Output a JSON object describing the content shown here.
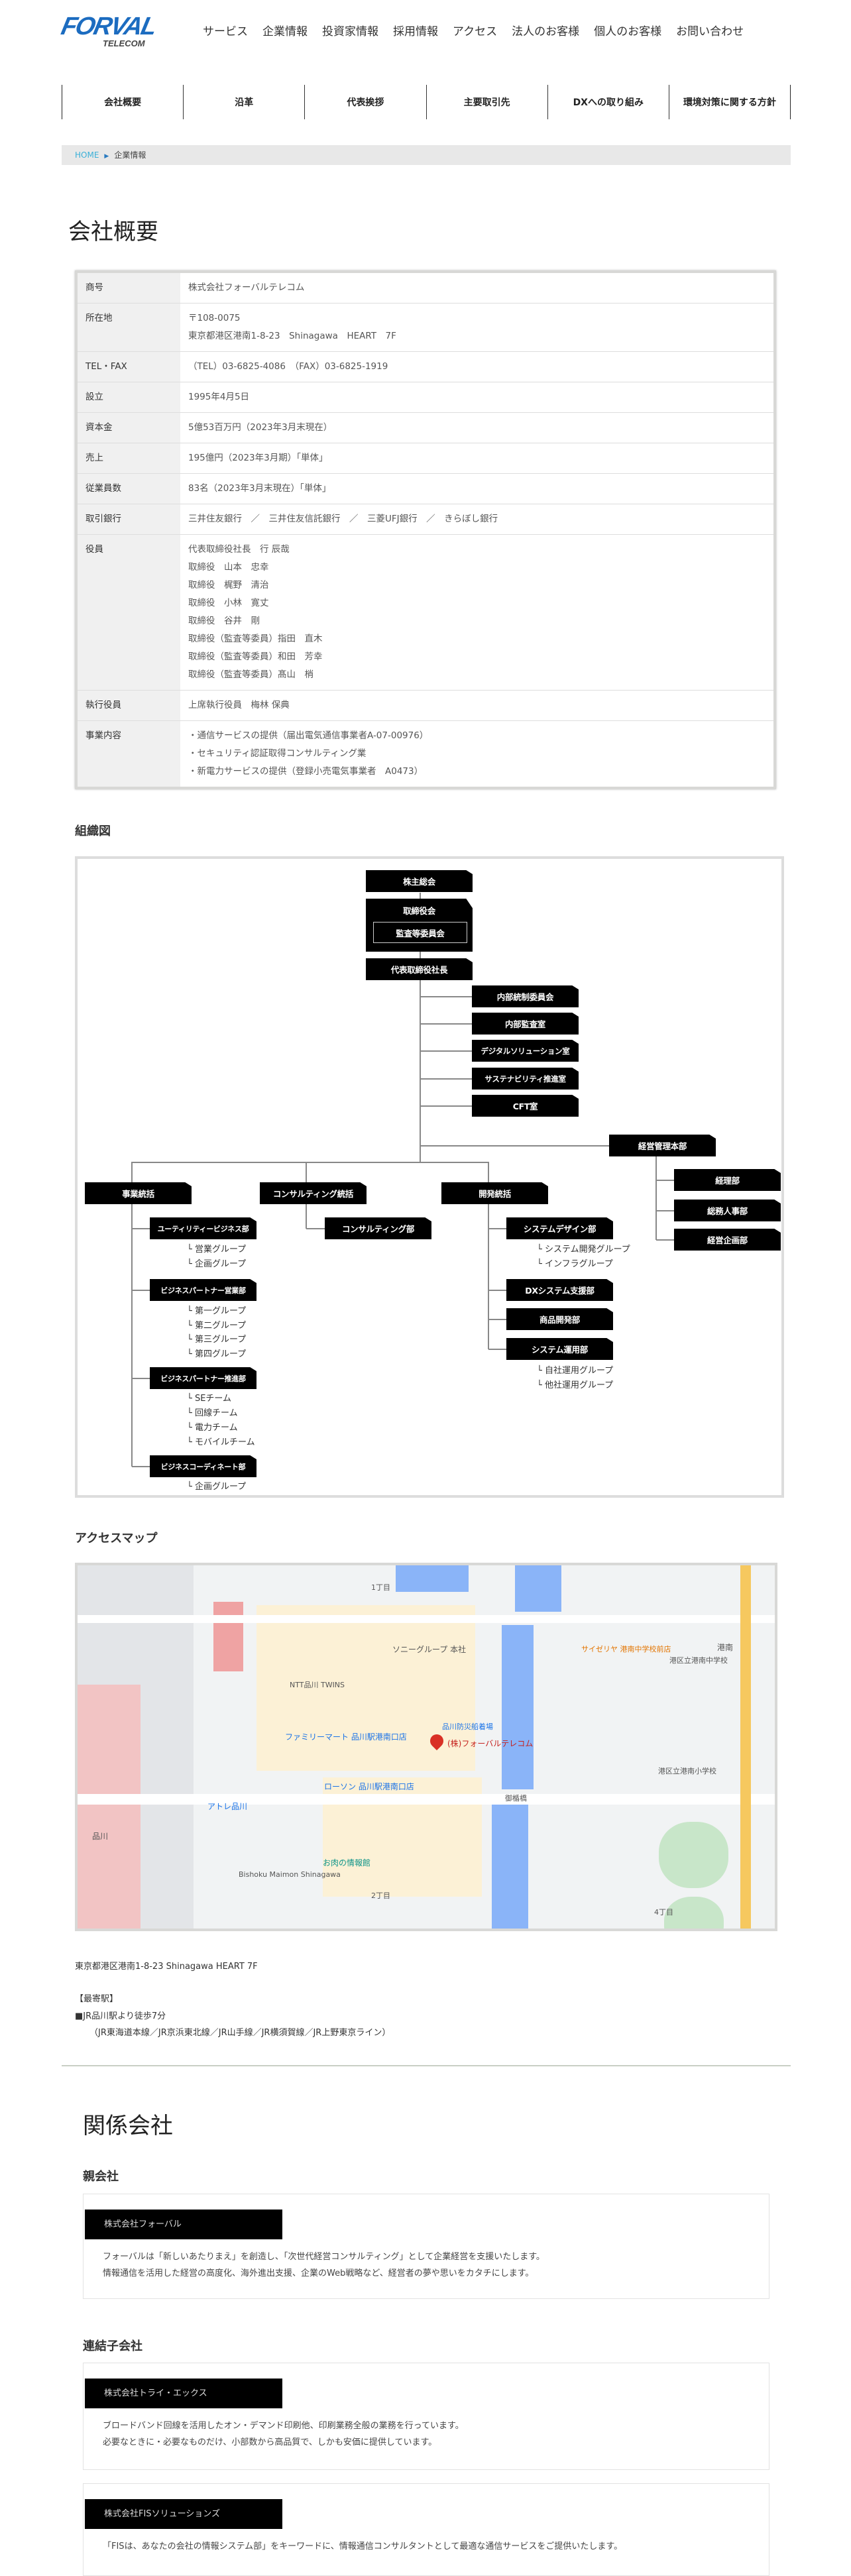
{
  "header": {
    "logo_text": "FORVAL",
    "logo_sub": "TELECOM",
    "nav": [
      "サービス",
      "企業情報",
      "投資家情報",
      "採用情報",
      "アクセス",
      "法人のお客様",
      "個人のお客様",
      "お問い合わせ"
    ]
  },
  "subnav": [
    "会社概要",
    "沿革",
    "代表挨拶",
    "主要取引先",
    "DXへの取り組み",
    "環境対策に関する方針"
  ],
  "breadcrumb": {
    "home": "HOME",
    "current": "企業情報"
  },
  "overview": {
    "title": "会社概要",
    "rows": [
      {
        "k": "商号",
        "v": [
          "株式会社フォーバルテレコム"
        ]
      },
      {
        "k": "所在地",
        "v": [
          "〒108-0075",
          "東京都港区港南1-8-23　Shinagawa　HEART　7F"
        ]
      },
      {
        "k": "TEL・FAX",
        "v": [
          "（TEL）03-6825-4086　（FAX）03-6825-1919"
        ]
      },
      {
        "k": "設立",
        "v": [
          "1995年4月5日"
        ]
      },
      {
        "k": "資本金",
        "v": [
          "5億53百万円（2023年3月末現在）"
        ]
      },
      {
        "k": "売上",
        "v": [
          "195億円（2023年3月期）「単体」"
        ]
      },
      {
        "k": "従業員数",
        "v": [
          "83名（2023年3月末現在）「単体」"
        ]
      },
      {
        "k": "取引銀行",
        "v": [
          "三井住友銀行　／　三井住友信託銀行　／　三菱UFJ銀行　／　きらぼし銀行"
        ]
      },
      {
        "k": "役員",
        "v": [
          "代表取締役社長　行 辰哉",
          "取締役　山本　忠幸",
          "取締役　梶野　清治",
          "取締役　小林　寛丈",
          "取締役　谷井　剛",
          "取締役（監査等委員）指田　直木",
          "取締役（監査等委員）和田　芳幸",
          "取締役（監査等委員）髙山　梢"
        ]
      },
      {
        "k": "執行役員",
        "v": [
          "上席執行役員　梅林 保典"
        ]
      },
      {
        "k": "事業内容",
        "v": [
          "・通信サービスの提供（届出電気通信事業者A-07-00976）",
          "・セキュリティ認証取得コンサルティング業",
          "・新電力サービスの提供（登録小売電気事業者　A0473）"
        ]
      }
    ]
  },
  "org": {
    "title": "組織図",
    "top": [
      "株主総会",
      "取締役会",
      "監査等委員会",
      "代表取締役社長"
    ],
    "staff": [
      "内部統制委員会",
      "内部監査室",
      "デジタルソリューション室",
      "サステナビリティ推進室",
      "CFT室"
    ],
    "admin": {
      "name": "経営管理本部",
      "depts": [
        "経理部",
        "総務人事部",
        "経営企画部"
      ]
    },
    "business": {
      "name": "事業統括",
      "depts": [
        {
          "name": "ユーティリティービジネス部",
          "groups": [
            "└ 営業グループ",
            "└ 企画グループ"
          ]
        },
        {
          "name": "ビジネスパートナー営業部",
          "groups": [
            "└ 第一グループ",
            "└ 第二グループ",
            "└ 第三グループ",
            "└ 第四グループ"
          ]
        },
        {
          "name": "ビジネスパートナー推進部",
          "groups": [
            "└ SEチーム",
            "└ 回線チーム",
            "└ 電力チーム",
            "└ モバイルチーム"
          ]
        },
        {
          "name": "ビジネスコーディネート部",
          "groups": [
            "└ 企画グループ"
          ]
        }
      ]
    },
    "consulting": {
      "name": "コンサルティング統括",
      "depts": [
        "コンサルティング部"
      ]
    },
    "dev": {
      "name": "開発統括",
      "depts": [
        {
          "name": "システムデザイン部",
          "groups": [
            "└ システム開発グループ",
            "└ インフラグループ"
          ]
        },
        {
          "name": "DXシステム支援部"
        },
        {
          "name": "商品開発部"
        },
        {
          "name": "システム運用部",
          "groups": [
            "└ 自社運用グループ",
            "└ 他社運用グループ"
          ]
        }
      ]
    }
  },
  "access": {
    "title": "アクセスマップ",
    "map_labels": {
      "pin": "(株)フォーバルテレコム",
      "sony": "ソニーグループ 本社",
      "twins": "NTT品川 TWINS",
      "bousai": "品川防災船着場",
      "lawson": "ローソン 品川駅港南口店",
      "atre": "アトレ品川",
      "station": "品川",
      "family": "ファミリーマート 品川駅港南口店",
      "school": "港区立港南中学校",
      "school2": "港区立港南小学校",
      "meat": "お肉の情報館",
      "bishoku": "Bishoku Maimon Shinagawa",
      "chome1": "1丁目",
      "chome2": "2丁目",
      "chome4": "4丁目",
      "bridge": "御楯橋",
      "saizeriya": "サイゼリヤ 港南中学校前店",
      "konan": "港南"
    },
    "address": "東京都港区港南1-8-23 Shinagawa HEART 7F",
    "nearest_label": "【最寄駅】",
    "station": "■JR品川駅より徒歩7分",
    "lines": "（JR東海道本線／JR京浜東北線／JR山手線／JR横須賀線／JR上野東京ライン）"
  },
  "related": {
    "title": "関係会社",
    "parent_heading": "親会社",
    "sub_heading": "連結子会社",
    "companies": [
      {
        "name": "株式会社フォーバル",
        "desc": [
          "フォーバルは「新しいあたりまえ」を創造し、「次世代経営コンサルティング」として企業経営を支援いたします。",
          "情報通信を活用した経営の高度化、海外進出支援、企業のWeb戦略など、経営者の夢や思いをカタチにします。"
        ]
      },
      {
        "name": "株式会社トライ・エックス",
        "desc": [
          "ブロードバンド回線を活用したオン・デマンド印刷他、印刷業務全般の業務を行っています。",
          "必要なときに・必要なものだけ、小部数から高品質で、しかも安価に提供しています。"
        ]
      },
      {
        "name": "株式会社FISソリューションズ",
        "desc": [
          "「FISは、あなたの会社の情報システム部」をキーワードに、情報通信コンサルタントとして最適な通信サービスをご提供いたします。"
        ]
      }
    ]
  }
}
